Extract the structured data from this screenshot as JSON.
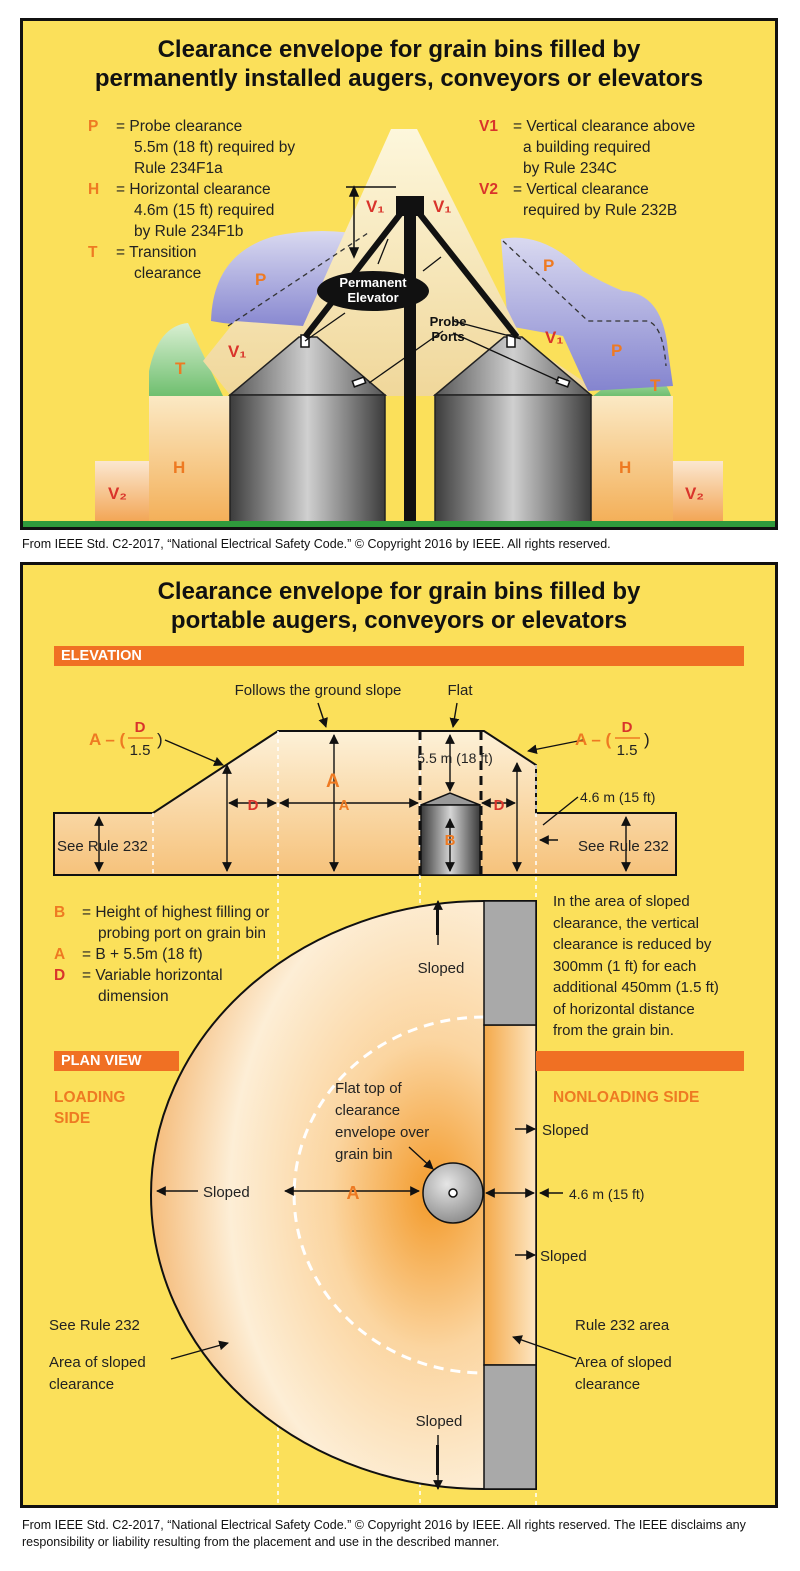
{
  "panel1": {
    "title_line1": "Clearance envelope for grain bins filled by",
    "title_line2": "permanently installed augers, conveyors or elevators",
    "legend_left": [
      {
        "sym": "P",
        "lines": [
          "= Probe clearance",
          "5.5m (18 ft) required by",
          "Rule 234F1a"
        ]
      },
      {
        "sym": "H",
        "lines": [
          "= Horizontal clearance",
          "4.6m (15 ft) required",
          "by Rule 234F1b"
        ]
      },
      {
        "sym": "T",
        "lines": [
          "= Transition",
          "clearance"
        ]
      }
    ],
    "legend_right": [
      {
        "sym": "V1",
        "lines": [
          "= Vertical clearance above",
          "a building required",
          "by Rule 234C"
        ]
      },
      {
        "sym": "V2",
        "lines": [
          "= Vertical clearance",
          "required by Rule 232B"
        ]
      }
    ],
    "labels": {
      "P": "P",
      "H": "H",
      "T": "T",
      "V1": "V₁",
      "V2": "V₂",
      "elevator_line1": "Permanent",
      "elevator_line2": "Elevator",
      "probe_line1": "Probe",
      "probe_line2": "Ports"
    },
    "credit": "From IEEE Std. C2-2017, “National Electrical Safety Code.”  © Copyright 2016 by IEEE.  All rights reserved."
  },
  "panel2": {
    "title_line1": "Clearance envelope for grain bins filled by",
    "title_line2": "portable augers, conveyors or elevators",
    "elevation_bar": "ELEVATION",
    "plan_bar": "PLAN VIEW",
    "loading_side_1": "LOADING",
    "loading_side_2": "SIDE",
    "nonloading_side": "NONLOADING SIDE",
    "elevation": {
      "follows_slope": "Follows the ground slope",
      "flat": "Flat",
      "a_minus": "A – (",
      "d_num": "D",
      "d_den": "1.5",
      "close_paren": ")",
      "dim_55": "5.5 m (18 ft)",
      "dim_46": "4.6 m (15 ft)",
      "see_rule_left": "See Rule 232",
      "see_rule_right": "See Rule 232",
      "A": "A",
      "B": "B",
      "D": "D"
    },
    "legend": [
      {
        "sym": "B",
        "color": "#ee7a22",
        "lines": [
          "= Height of highest filling or",
          "probing port on grain bin"
        ]
      },
      {
        "sym": "A",
        "color": "#ee7a22",
        "lines": [
          "= B + 5.5m (18 ft)"
        ]
      },
      {
        "sym": "D",
        "color": "#d9342b",
        "lines": [
          "= Variable horizontal",
          "dimension"
        ]
      }
    ],
    "note_lines": [
      "In the area of sloped",
      "clearance, the vertical",
      "clearance is reduced by",
      "300mm (1 ft) for each",
      "additional 450mm (1.5 ft)",
      "of horizontal distance",
      "from the grain bin."
    ],
    "plan": {
      "sloped": "Sloped",
      "flat_top": [
        "Flat top of",
        "clearance",
        "envelope over",
        "grain bin"
      ],
      "A": "A",
      "dim_46": "4.6 m (15 ft)",
      "see_rule": "See Rule 232",
      "area_left": [
        "Area of sloped",
        "clearance"
      ],
      "rule232_area": "Rule 232 area",
      "area_right": [
        "Area of sloped",
        "clearance"
      ]
    },
    "credit_line1": "From IEEE Std. C2-2017, “National Electrical Safety Code.”  © Copyright 2016 by IEEE.  All rights reserved. The IEEE disclaims any",
    "credit_line2": "responsibility or liability resulting from the placement and use in the described manner."
  },
  "colors": {
    "panel_bg": "#fbe05a",
    "orange": "#ee7a22",
    "red": "#d9342b",
    "bar": "#f07023",
    "probe_purple": "#9c9cd8",
    "transition_green": "#7dc77f",
    "ground_green": "#2f9a3c"
  }
}
